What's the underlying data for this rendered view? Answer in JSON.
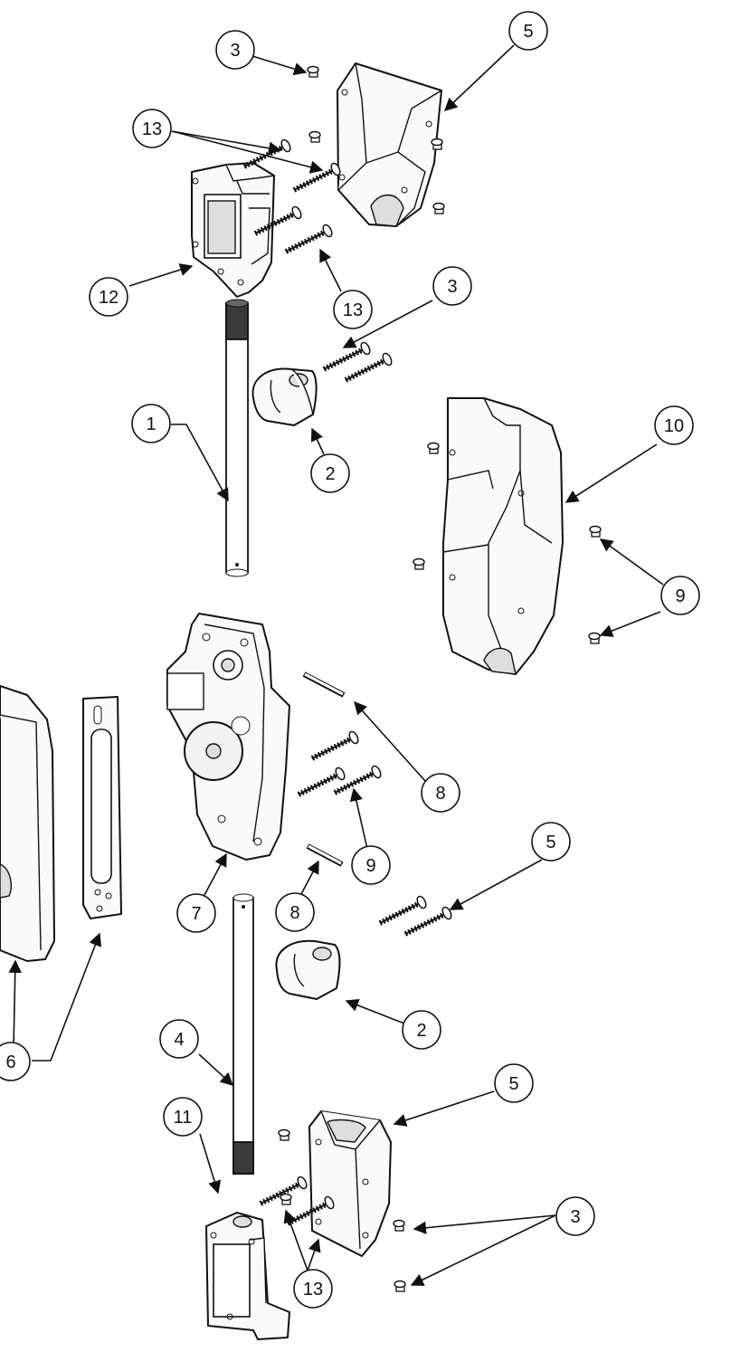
{
  "diagram": {
    "callouts": [
      {
        "label": "3"
      },
      {
        "label": "5"
      },
      {
        "label": "13"
      },
      {
        "label": "12"
      },
      {
        "label": "13"
      },
      {
        "label": "3"
      },
      {
        "label": "1"
      },
      {
        "label": "2"
      },
      {
        "label": "10"
      },
      {
        "label": "9"
      },
      {
        "label": "8"
      },
      {
        "label": "9"
      },
      {
        "label": "5"
      },
      {
        "label": "7"
      },
      {
        "label": "8"
      },
      {
        "label": "2"
      },
      {
        "label": "6"
      },
      {
        "label": "4"
      },
      {
        "label": "5"
      },
      {
        "label": "11"
      },
      {
        "label": "3"
      },
      {
        "label": "13"
      }
    ]
  }
}
